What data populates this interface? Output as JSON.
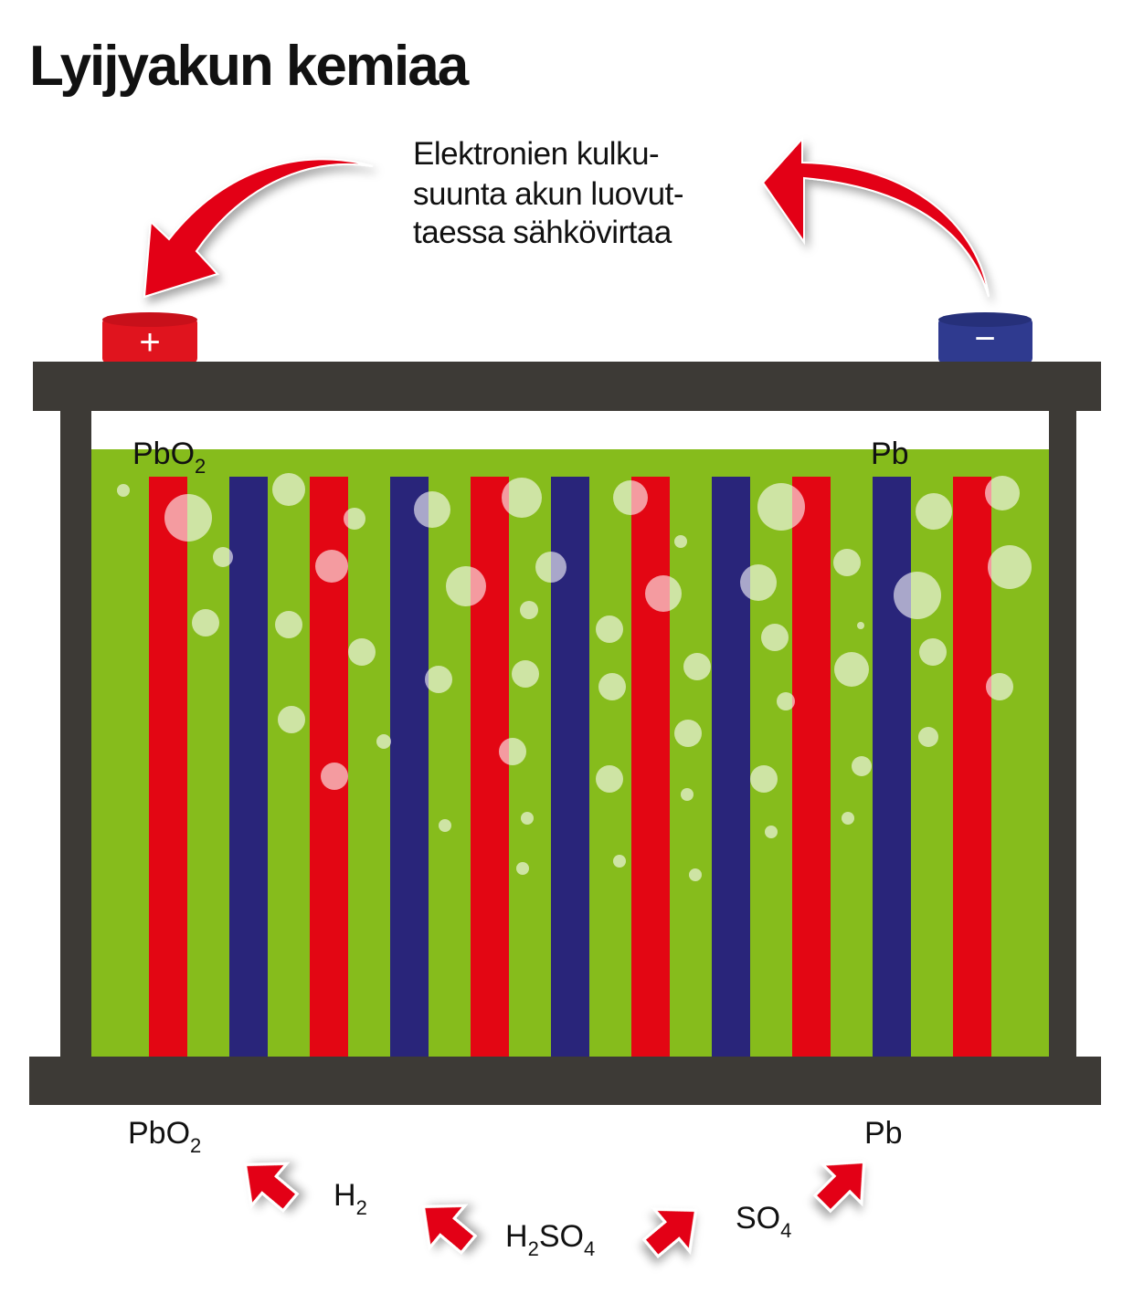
{
  "title": "Lyijyakun kemiaa",
  "caption": [
    "Elektronien kulku-",
    "suunta akun luovut-",
    "taessa sähkövirtaa"
  ],
  "terminals": {
    "positive": "+",
    "negative": "−"
  },
  "labels": {
    "top_left": {
      "main": "PbO",
      "sub": "2"
    },
    "top_right": {
      "main": "Pb"
    },
    "bottom_left": {
      "main": "PbO",
      "sub": "2"
    },
    "bottom_right": {
      "main": "Pb"
    },
    "h2": {
      "main": "H",
      "sub": "2"
    },
    "h2so4": {
      "h": "H",
      "sub1": "2",
      "so": "SO",
      "sub2": "4"
    },
    "so4": {
      "main": "SO",
      "sub": "4"
    }
  },
  "colors": {
    "positive_plate": "#e30613",
    "negative_plate": "#29257a",
    "electrolyte": "#86bc1c",
    "case": "#3d3a36",
    "arrow": "#e30613"
  }
}
